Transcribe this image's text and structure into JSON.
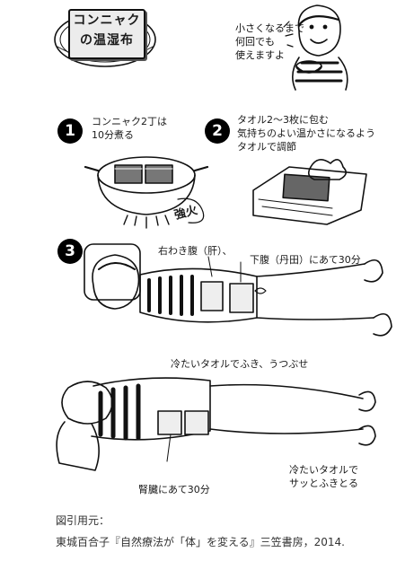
{
  "title": {
    "line1": "コンニャク",
    "line2": "の温湿布"
  },
  "speech": {
    "line1": "小さくなるまで",
    "line2": "何回でも",
    "line3": "使えますよ"
  },
  "steps": [
    {
      "number": "1",
      "line1": "コンニャク2丁は",
      "line2": "10分煮る"
    },
    {
      "number": "2",
      "line1": "タオル2〜3枚に包む",
      "line2": "気持ちのよい温かさになるよう",
      "line3": "タオルで調節"
    },
    {
      "number": "3"
    }
  ],
  "pot_label": "強火",
  "step3": {
    "right_flank": "右わき腹（肝）、",
    "lower_belly": "下腹（丹田）にあて30分",
    "flip": "冷たいタオルでふき、うつぶせ",
    "kidney": "腎臓にあて30分",
    "wipe_line1": "冷たいタオルで",
    "wipe_line2": "サッとふきとる"
  },
  "footer": {
    "label": "図引用元：",
    "citation": "東城百合子『自然療法が「体」を変える』三笠書房，2014."
  }
}
